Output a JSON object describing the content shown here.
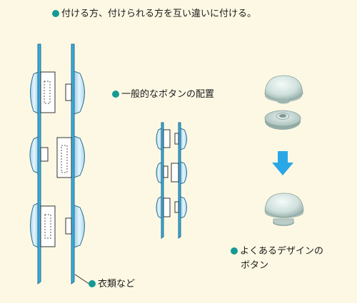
{
  "labels": {
    "top": "付ける方、付けられる方を互い違いに付ける。",
    "middle": "一般的なボタンの配置",
    "clothes": "衣類など",
    "design_line1": "よくあるデザインの",
    "design_line2": "ボタン"
  },
  "colors": {
    "background": "#fdf8e4",
    "fabric": "#3ea9d6",
    "button_fill": "#d2edf8",
    "bullet": "#139a93",
    "arrow": "#2aa7e7",
    "button_3d": "#cddcd8"
  },
  "icons": {
    "bullet": "teal-circle",
    "arrow": "down-arrow"
  }
}
